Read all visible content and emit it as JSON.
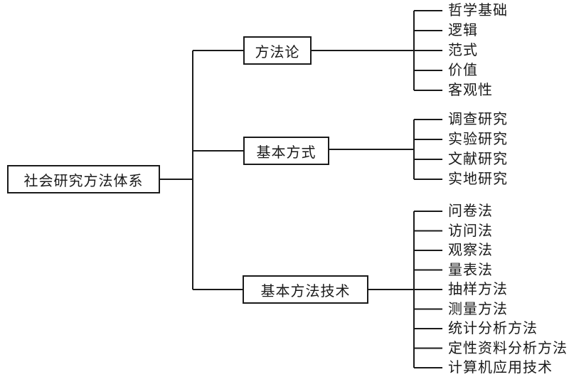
{
  "diagram": {
    "title_implied": "",
    "root": {
      "label": "社会研究方法体系"
    },
    "branches": [
      {
        "label": "方法论",
        "leaves": [
          "哲学基础",
          "逻辑",
          "范式",
          "价值",
          "客观性"
        ]
      },
      {
        "label": "基本方式",
        "leaves": [
          "调查研究",
          "实验研究",
          "文献研究",
          "实地研究"
        ]
      },
      {
        "label": "基本方法技术",
        "leaves": [
          "问卷法",
          "访问法",
          "观察法",
          "量表法",
          "抽样方法",
          "测量方法",
          "统计分析方法",
          "定性资料分析方法",
          "计算机应用技术"
        ]
      }
    ],
    "colors": {
      "background": "#ffffff",
      "line": "#1a1a1a",
      "text": "#1a1a1a"
    }
  }
}
